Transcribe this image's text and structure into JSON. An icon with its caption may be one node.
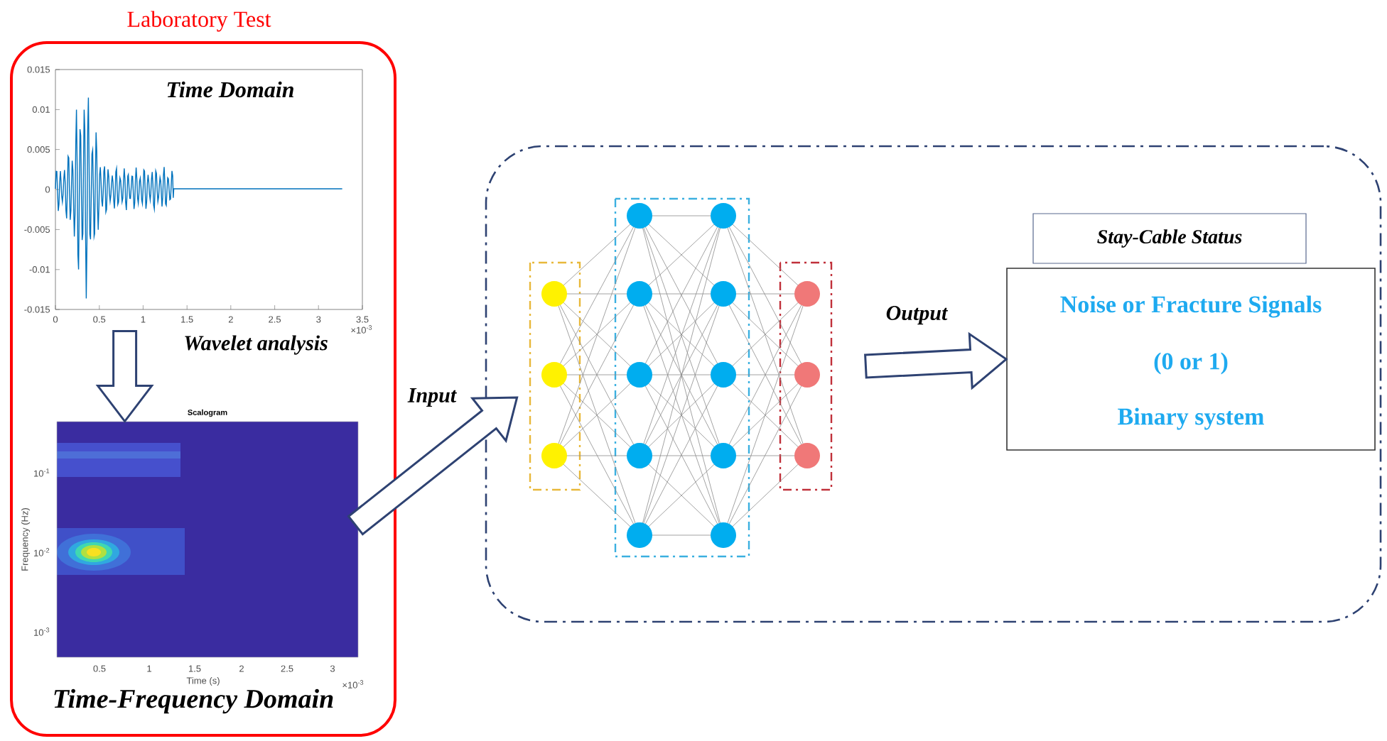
{
  "diagram": {
    "nodes": [
      {
        "text": [
          "Laboratory Test"
        ]
      },
      {
        "text": [
          "Time Domain"
        ],
        "in": 0
      },
      {
        "text": [
          "Scalogram",
          "Time-Frequency Domain"
        ],
        "in": 0
      },
      {
        "text": [],
        "shape": "box"
      },
      {
        "text": [],
        "shape": "picture",
        "in": 3
      },
      {
        "text": [
          "Stay-Cable  Status"
        ],
        "in": 3
      },
      {
        "text": [
          "Noise or Fracture Signals",
          "(0 or 1)",
          "Binary system"
        ],
        "in": 3
      }
    ],
    "edges": [
      {
        "from": 1,
        "to": 2,
        "arrow": "to",
        "label": "Wavelet analysis"
      },
      {
        "from": 2,
        "to": 4,
        "arrow": "to",
        "label": "Input"
      },
      {
        "from": 4,
        "to": 6,
        "arrow": "to",
        "label": "Output"
      }
    ],
    "labels": [
      "0.015",
      "0.01",
      "0.005",
      "0",
      "-0.005",
      "-0.01",
      "-0.015",
      "0",
      "0.5",
      "1",
      "1.5",
      "2",
      "2.5",
      "3",
      "3.5",
      "×10$^{-3}$",
      "10$^{-1}$",
      "10$^{-2}$",
      "10$^{-3}$",
      "Frequency (Hz)",
      "0.5",
      "1",
      "1.5",
      "2",
      "2.5",
      "3",
      "Time (s)",
      "×10$^{-3}$"
    ]
  }
}
